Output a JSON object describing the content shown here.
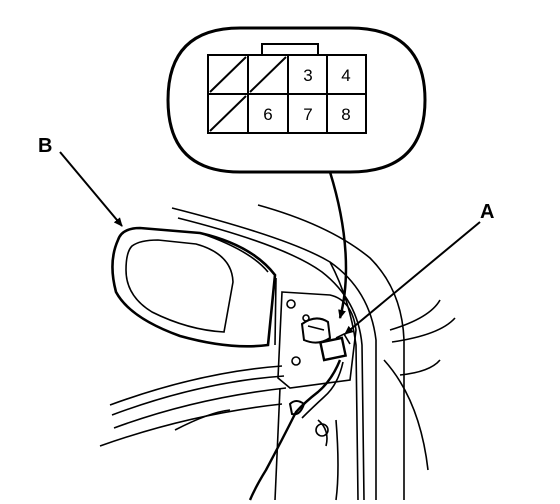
{
  "diagram": {
    "labels": {
      "a": "A",
      "b": "B"
    },
    "connector": {
      "pins_top": [
        "",
        "",
        "3",
        "4"
      ],
      "pins_bottom": [
        "",
        "6",
        "7",
        "8"
      ]
    },
    "colors": {
      "ink": "#000000",
      "background": "#ffffff"
    }
  }
}
